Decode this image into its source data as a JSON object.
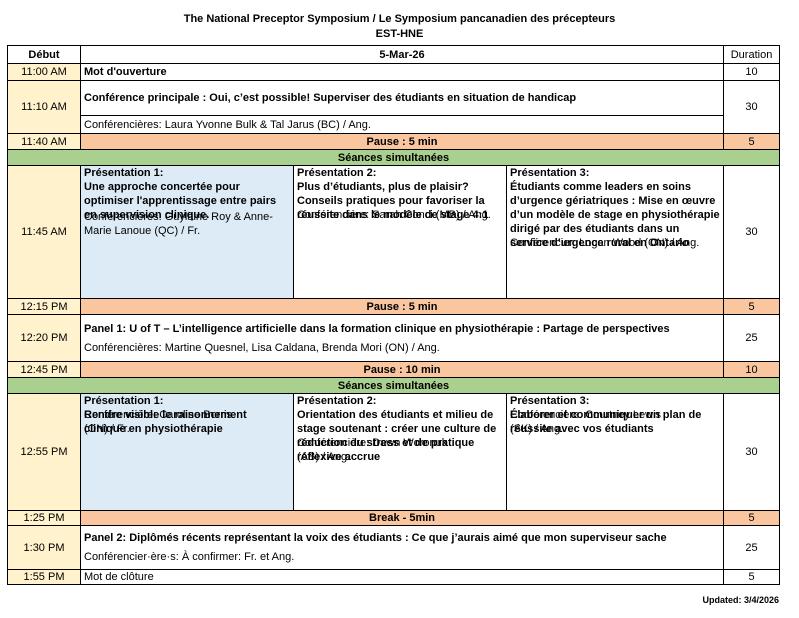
{
  "header": {
    "title": "The National Preceptor Symposium / Le Symposium pancanadien des précepteurs",
    "subtitle": "EST-HNE"
  },
  "columns": {
    "start": "Début",
    "date": "5-Mar-26",
    "duration": "Duration"
  },
  "rows": {
    "r1": {
      "time": "11:00 AM",
      "title": "Mot d'ouverture",
      "duration": "10"
    },
    "r2": {
      "time": "11:10 AM",
      "title": "Conférence principale : Oui, c’est possible! Superviser des étudiants en situation de handicap",
      "speakers": "Conférencières: Laura Yvonne Bulk & Tal Jarus (BC) / Ang.",
      "duration": "30"
    },
    "r3": {
      "time": "11:40 AM",
      "label": "Pause : 5 min",
      "duration": "5"
    },
    "r4": {
      "label": "Séances simultanées"
    },
    "r5": {
      "time": "11:45 AM",
      "duration": "30",
      "p1": {
        "heading": "Présentation 1:",
        "title": "Une approche concertée pour optimiser l'apprentissage entre pairs en supervision clinique.",
        "speakers": "Conférencières: Guylaine Roy & Anne-Marie Lanoue (QC) / Fr."
      },
      "p2": {
        "heading": "Présentation 2:",
        "title": "Plus d’étudiants, plus de plaisir? Conseils pratiques pour favoriser la réussite dans le modèle de stage 4:1",
        "speakers": "Conférencière: Sarah Conci (MB) / Ang."
      },
      "p3": {
        "heading": "Présentation 3:",
        "title": "Étudiants comme leaders en soins d’urgence gériatriques : Mise en œuvre d’un modèle de stage en physiothérapie dirigé par des étudiants dans un service d’urgence rural en Ontario",
        "speakers": "Conférencier: Logan Wood (ON) / Ang."
      }
    },
    "r6": {
      "time": "12:15 PM",
      "label": "Pause : 5 min",
      "duration": "5"
    },
    "r7": {
      "time": "12:20 PM",
      "title": "Panel 1: U of T – L’intelligence artificielle dans la formation clinique en physiothérapie : Partage de perspectives",
      "speakers": "Conférencières: Martine Quesnel, Lisa Caldana, Brenda Mori (ON) / Ang.",
      "duration": "25"
    },
    "r8": {
      "time": "12:45 PM",
      "label": "Pause : 10 min",
      "duration": "10"
    },
    "r9": {
      "label": "Séances simultanées"
    },
    "r10": {
      "time": "12:55 PM",
      "duration": "30",
      "p1": {
        "heading": "Présentation 1:",
        "title": "Rendre visible le raisonnement clinique en physiothérapie",
        "speakers1": "Conférencière: Caroline Borris",
        "speakers2": "(ON) / Fr."
      },
      "p2": {
        "heading": "Présentation 2:",
        "title": "Orientation des étudiants et milieu de stage soutenant : créer une culture de réduction du stress et de pratique réflexive accrue",
        "speakers1": "Conférencière: Dawn Woronuk",
        "speakers2": "(AB) / Ang."
      },
      "p3": {
        "heading": "Présentation  3:",
        "title": "Élaborer et communiquer un plan de réussite avec vos étudiants",
        "speakers1": "Conférencière: Courtney Lewis",
        "speakers2": "(SK) / Ang."
      }
    },
    "r11": {
      "time": "1:25 PM",
      "label": "Break - 5min",
      "duration": "5"
    },
    "r12": {
      "time": "1:30 PM",
      "title": "Panel 2: Diplômés récents représentant la voix des étudiants : Ce que j’aurais aimé que mon superviseur sache",
      "speakers": "Conférencier·ère·s: À confirmer: Fr. et Ang.",
      "duration": "25"
    },
    "r13": {
      "time": "1:55 PM",
      "title": "Mot de clôture",
      "duration": "5"
    }
  },
  "footer": {
    "updated": "Updated: 3/4/2026"
  }
}
